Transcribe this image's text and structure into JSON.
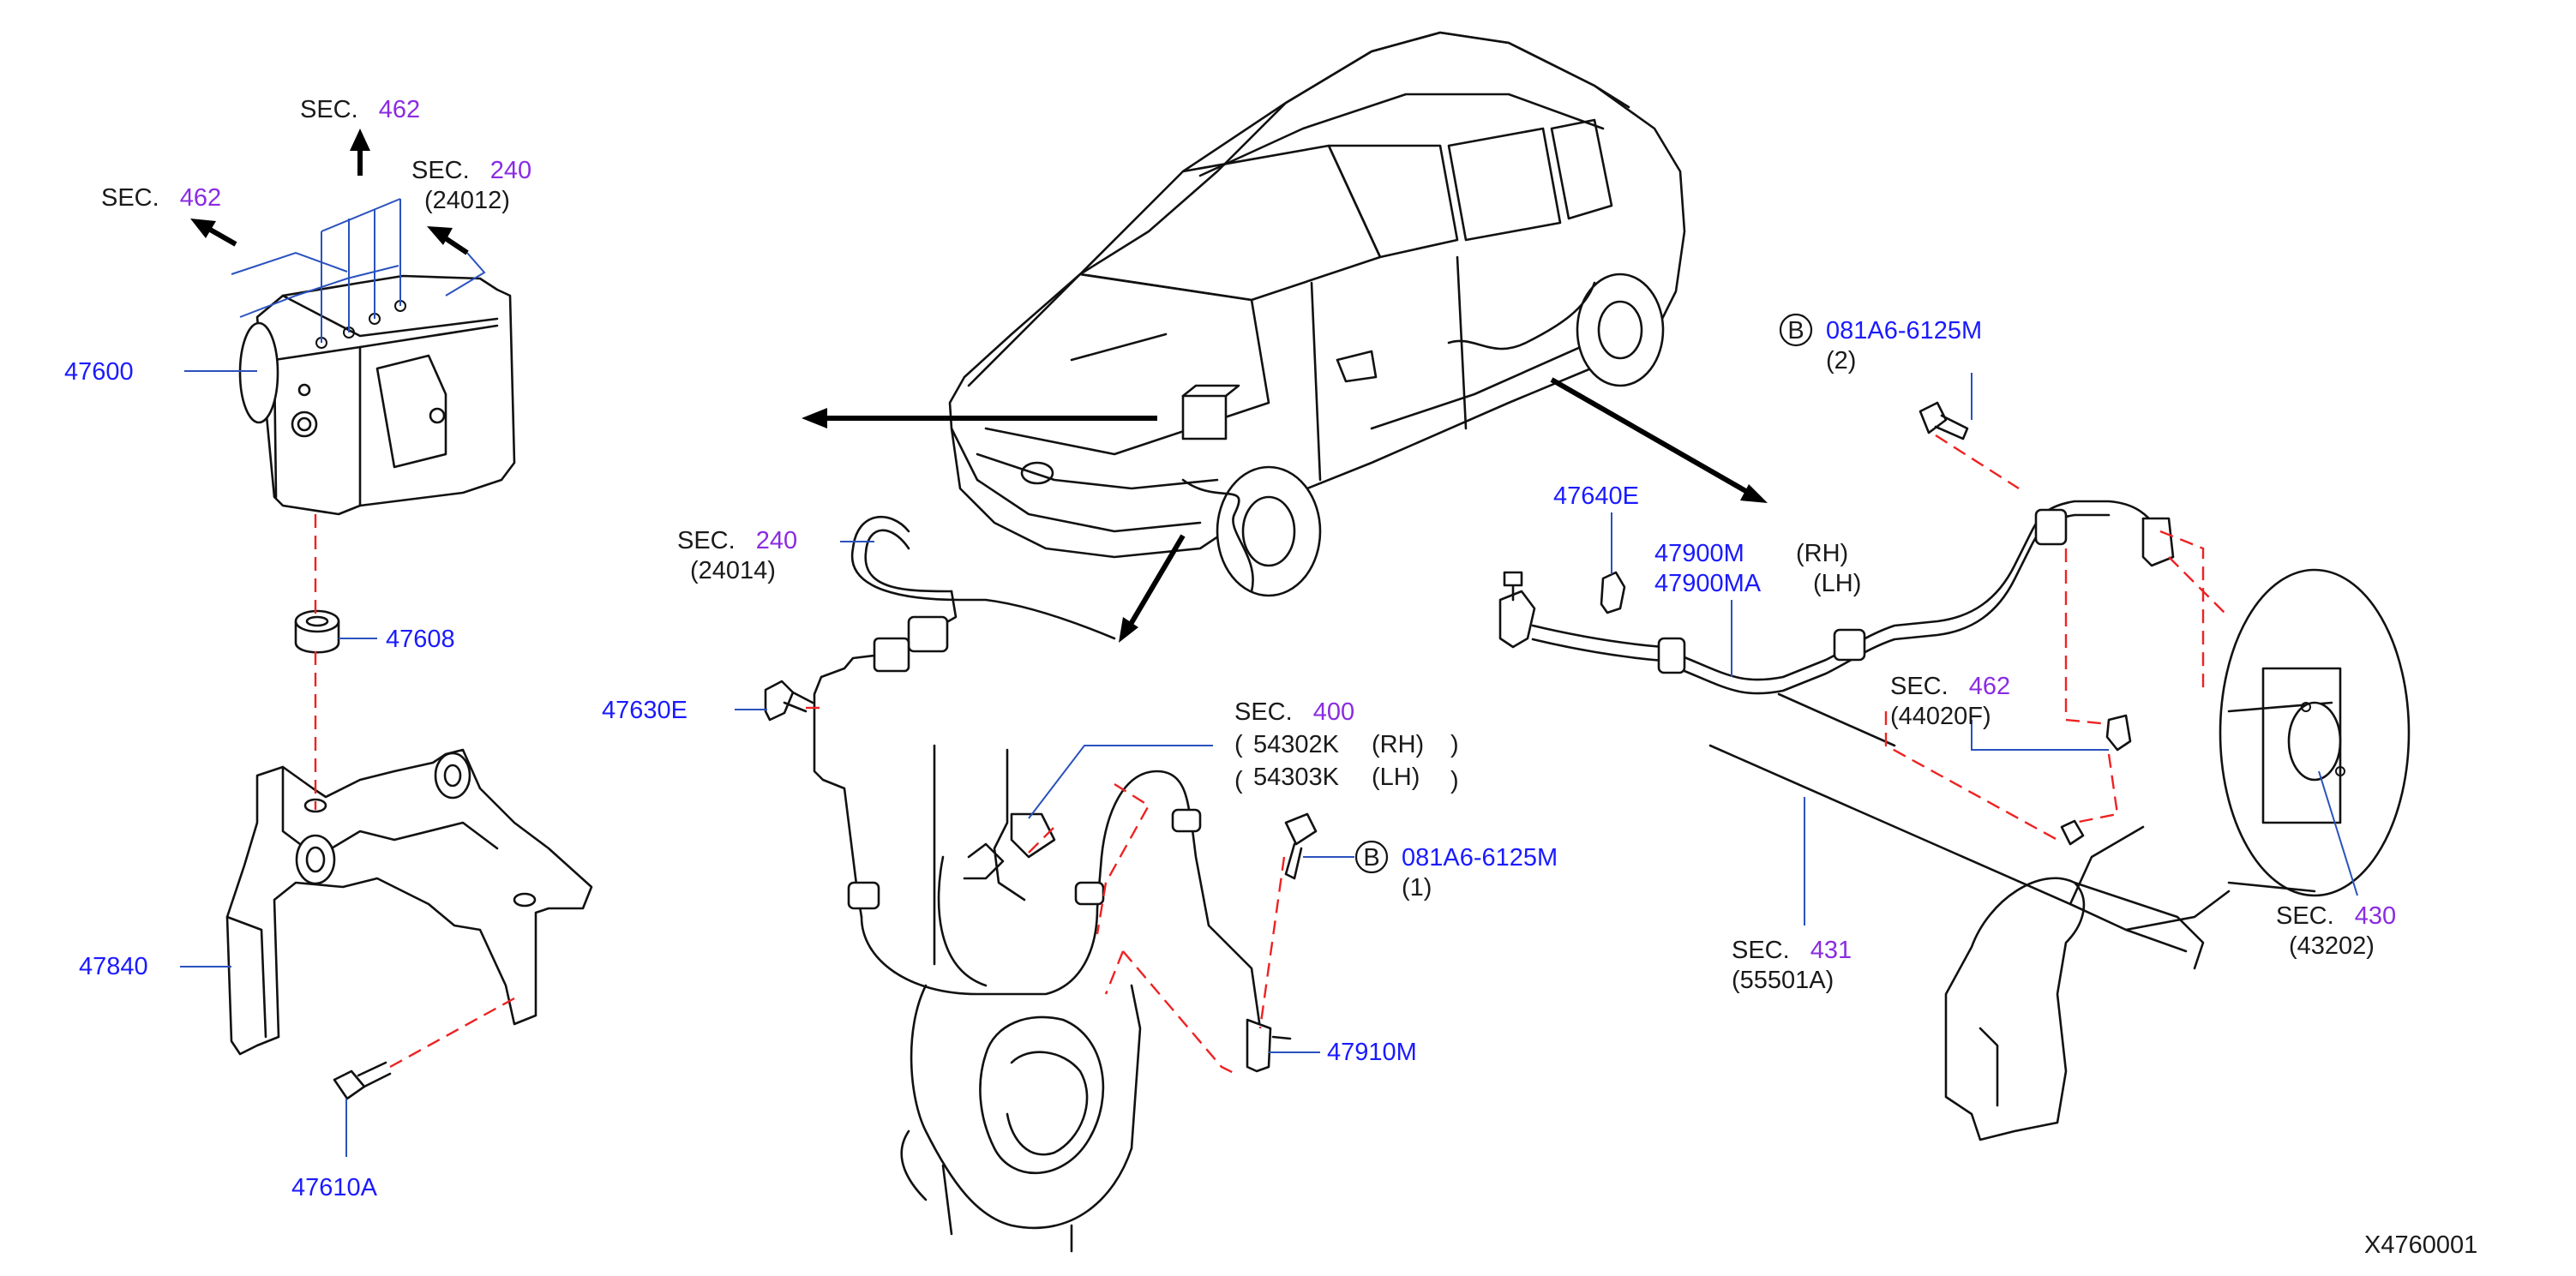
{
  "diagram_id": "X4760001",
  "colors": {
    "part_number": "#1a1aff",
    "section_number": "#8a2be2",
    "text": "#1a1a1a",
    "leader": "#2a52be",
    "dash": "#ee2222"
  },
  "callouts": {
    "sec_462_top": {
      "prefix": "SEC.",
      "num": "462"
    },
    "sec_462_left": {
      "prefix": "SEC.",
      "num": "462"
    },
    "sec_240_top": {
      "prefix": "SEC.",
      "num": "240",
      "sub": "(24012)"
    },
    "p47600": "47600",
    "p47608": "47608",
    "p47840": "47840",
    "p47610A": "47610A",
    "sec_240_mid": {
      "prefix": "SEC.",
      "num": "240",
      "sub": "(24014)"
    },
    "p47630E": "47630E",
    "sec_400": {
      "prefix": "SEC.",
      "num": "400",
      "part1": "54302K",
      "side1": "(RH)",
      "part2": "54303K",
      "side2": "(LH)"
    },
    "bolt_front": {
      "badge": "B",
      "part": "081A6-6125M",
      "qty": "(1)"
    },
    "p47910M": "47910M",
    "bolt_rear": {
      "badge": "B",
      "part": "081A6-6125M",
      "qty": "(2)"
    },
    "p47640E": "47640E",
    "p47900": {
      "part1": "47900M",
      "side1": "(RH)",
      "part2": "47900MA",
      "side2": "(LH)"
    },
    "sec_462_rear": {
      "prefix": "SEC.",
      "num": "462",
      "sub": "(44020F)"
    },
    "sec_431": {
      "prefix": "SEC.",
      "num": "431",
      "sub": "(55501A)"
    },
    "sec_430": {
      "prefix": "SEC.",
      "num": "430",
      "sub": "(43202)"
    }
  }
}
